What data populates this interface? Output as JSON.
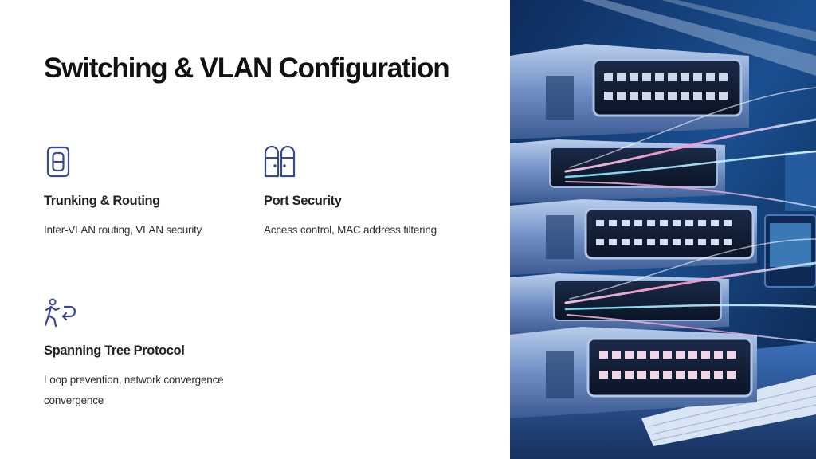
{
  "slide": {
    "title": "Switching & VLAN Configuration"
  },
  "features": [
    {
      "icon": "switch-device-icon",
      "title": "Trunking & Routing",
      "description": "Inter-VLAN routing, VLAN security"
    },
    {
      "icon": "port-doors-icon",
      "title": "Port Security",
      "description": "Access control, MAC address filtering"
    },
    {
      "icon": "person-loop-icon",
      "title": "Spanning Tree Protocol",
      "description": "Loop prevention, network convergence convergence"
    }
  ],
  "hero_image": {
    "subject": "stacked-network-switches-with-glowing-fiber-cables"
  },
  "colors": {
    "background": "#ffffff",
    "title": "#111111",
    "icon_accent": "#3b4a8f",
    "hero_blue": "#2a5aa8",
    "hero_pink": "#ff9ad0",
    "hero_cyan": "#7fe6ff"
  }
}
